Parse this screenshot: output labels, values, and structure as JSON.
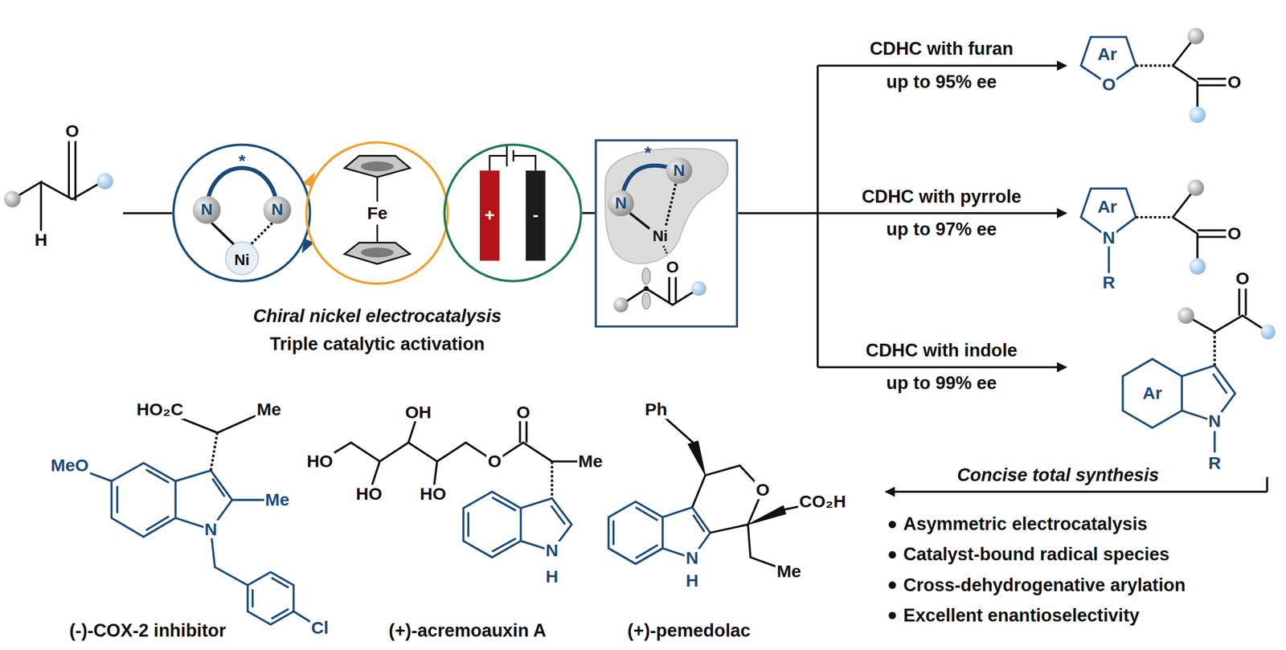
{
  "diagram": {
    "nodes": [
      {
        "text": [
          "*",
          "N",
          "N",
          "Ni"
        ]
      },
      {
        "text": [
          "Fe"
        ]
      },
      {
        "text": [
          "+",
          "-"
        ]
      },
      {
        "text": [
          "*",
          "N",
          "N",
          "Ni",
          "O"
        ]
      }
    ],
    "edges": [
      {
        "from": 2,
        "to": 3,
        "arrow": "none"
      }
    ],
    "labels": [
      "O",
      "H",
      "Chiral nickel electrocatalysis",
      "Triple catalytic activation",
      "CDHC with furan",
      "up to 95% ee",
      "CDHC with pyrrole",
      "up to 97% ee",
      "CDHC with indole",
      "up to 99% ee",
      "Ar",
      "O",
      "O",
      "Ar",
      "N",
      "R",
      "O",
      "O",
      "Ar",
      "N",
      "R",
      "Concise total synthesis",
      "Asymmetric electrocatalysis",
      "Catalyst-bound radical species",
      "Cross-dehydrogenative arylation",
      "Excellent enantioselectivity",
      "HO₂C",
      "Me",
      "MeO",
      "Me",
      "N",
      "Cl",
      "(-)-COX-2 inhibitor",
      "HO",
      "OH",
      "HO",
      "HO",
      "O",
      "O",
      "Me",
      "N",
      "H",
      "(+)-acremoauxin A",
      "Ph",
      "O",
      "CO₂H",
      "N",
      "H",
      "Me",
      "(+)-pemedolac"
    ]
  }
}
